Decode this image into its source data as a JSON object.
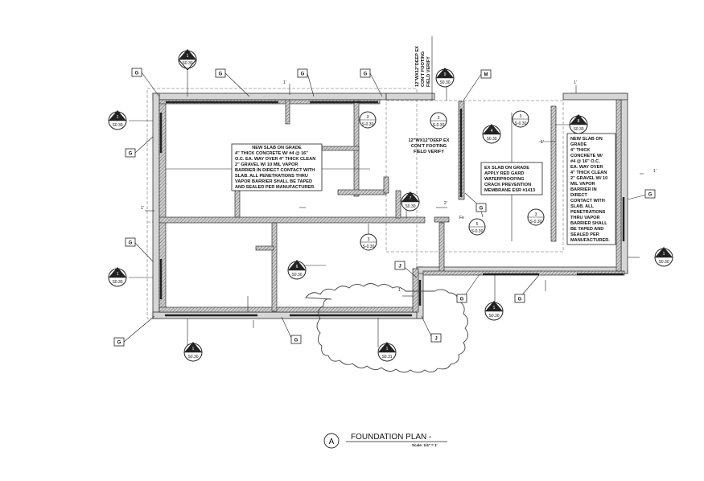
{
  "drawing": {
    "title": "FOUNDATION PLAN -",
    "title_marker": "A",
    "scale": "Scale: 1/4\" = 1'"
  },
  "notes": {
    "new_slab_left": [
      "NEW SLAB ON GRADE",
      "4\" THICK CONCRETE W/ #4 @ 16\"",
      "O.C. EA. WAY OVER 4\" THICK CLEAN",
      "2\" GRAVEL W/ 10 MIL VAPOR",
      "BARRIER IN DIRECT CONTACT WITH",
      "SLAB. ALL PENETRATIONS THRU",
      "VAPOR BARRIER SHALL BE TAPED",
      "AND SEALED PER MANUFACTURER."
    ],
    "new_slab_right": [
      "NEW SLAB ON",
      "GRADE",
      "4\" THICK",
      "CONCRETE W/",
      "#4 @ 16\" O.C.",
      "EA. WAY OVER",
      "4\" THICK CLEAN",
      "2\" GRAVEL W/ 10",
      "MIL VAPOR",
      "BARRIER IN",
      "DIRECT",
      "CONTACT WITH",
      "SLAB. ALL",
      "PENETRATIONS",
      "THRU VAPOR",
      "BARRIER SHALL",
      "BE TAPED AND",
      "SEALED PER",
      "MANUFACTURER."
    ],
    "ex_slab": [
      "EX SLAB ON GRADE",
      "APPLY RED GARD",
      "WATERPROOFING",
      "CRACK PREVENTION",
      "MEMBRANE ESR #1413"
    ],
    "footing_mid": [
      "12\"WX12\"DEEP EX",
      "CON'T FOOTING",
      "FIELD VERIFY"
    ],
    "footing_top": [
      "12\"WX12\"DEEP EX",
      "CON'T FOOTING",
      "FIELD VERIFY"
    ]
  },
  "section_markers": [
    {
      "num": "1",
      "ref": "S0.30"
    },
    {
      "num": "1",
      "ref": "S0.30"
    },
    {
      "num": "1",
      "ref": "S0.30"
    },
    {
      "num": "1",
      "ref": "S0.30"
    },
    {
      "num": "1",
      "ref": "S0.30"
    },
    {
      "num": "1",
      "ref": "S0.30"
    },
    {
      "num": "1",
      "ref": "S0.31"
    },
    {
      "num": "9",
      "ref": "S0.30"
    },
    {
      "num": "8",
      "ref": "S0.30"
    },
    {
      "num": "7",
      "ref": "S0.30"
    },
    {
      "num": "6",
      "ref": "S0.30"
    },
    {
      "num": "4",
      "ref": "S0.30"
    }
  ],
  "detail_markers": [
    {
      "num": "3",
      "ref": "S-0.30"
    },
    {
      "num": "3",
      "ref": "S-0.30"
    },
    {
      "num": "3",
      "ref": "S-0.30"
    },
    {
      "num": "3",
      "ref": "S-0.30"
    },
    {
      "num": "5",
      "ref": "S-0.30"
    }
  ],
  "tags": [
    "G",
    "G",
    "G",
    "G",
    "G",
    "G",
    "G",
    "G",
    "G",
    "G",
    "G",
    "G",
    "M",
    "J",
    "J"
  ],
  "dimensions": {
    "one_ft": "1'",
    "two_ft": "2'",
    "fe": "Fe"
  }
}
